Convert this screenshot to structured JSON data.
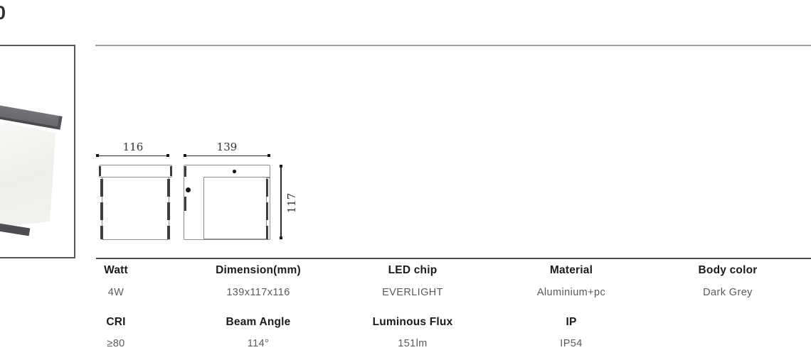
{
  "header": {
    "partial_code": "0"
  },
  "colors": {
    "rule_light": "#a2a2a2",
    "rule_dark": "#4b4b4b",
    "drawing_line": "#8d8d8d",
    "lamp_body_grey": "#67676d",
    "lamp_diffuser_white": "#f3f1ee"
  },
  "drawings": {
    "front_view": {
      "width_label": "116"
    },
    "side_view": {
      "width_label": "139",
      "height_label": "117"
    }
  },
  "spec_table": {
    "rows": [
      {
        "cells": [
          {
            "header": "Watt",
            "value": "4W"
          },
          {
            "header": "Dimension(mm)",
            "value": "139x117x116"
          },
          {
            "header": "LED chip",
            "value": "EVERLIGHT"
          },
          {
            "header": "Material",
            "value": "Aluminium+pc"
          },
          {
            "header": "Body color",
            "value": "Dark Grey"
          }
        ]
      },
      {
        "cells": [
          {
            "header": "CRI",
            "value": "≥80"
          },
          {
            "header": "Beam Angle",
            "value": "114°"
          },
          {
            "header": "Luminous Flux",
            "value": "151lm"
          },
          {
            "header": "IP",
            "value": "IP54"
          }
        ]
      }
    ]
  }
}
